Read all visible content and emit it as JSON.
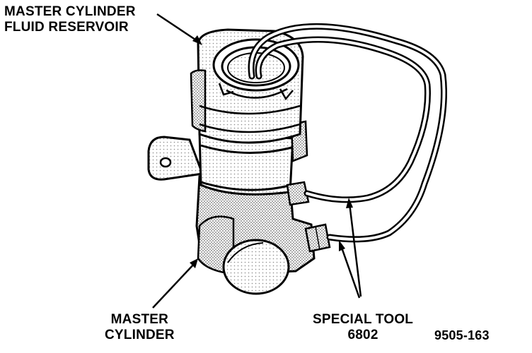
{
  "labels": {
    "reservoir_line1": "MASTER CYLINDER",
    "reservoir_line2": "FLUID RESERVOIR",
    "cylinder_line1": "MASTER",
    "cylinder_line2": "CYLINDER",
    "tool_line1": "SPECIAL TOOL",
    "tool_line2": "6802",
    "figure_number": "9505-163"
  },
  "colors": {
    "ink": "#000000",
    "shade": "#b9b9b9",
    "paper": "#ffffff"
  }
}
